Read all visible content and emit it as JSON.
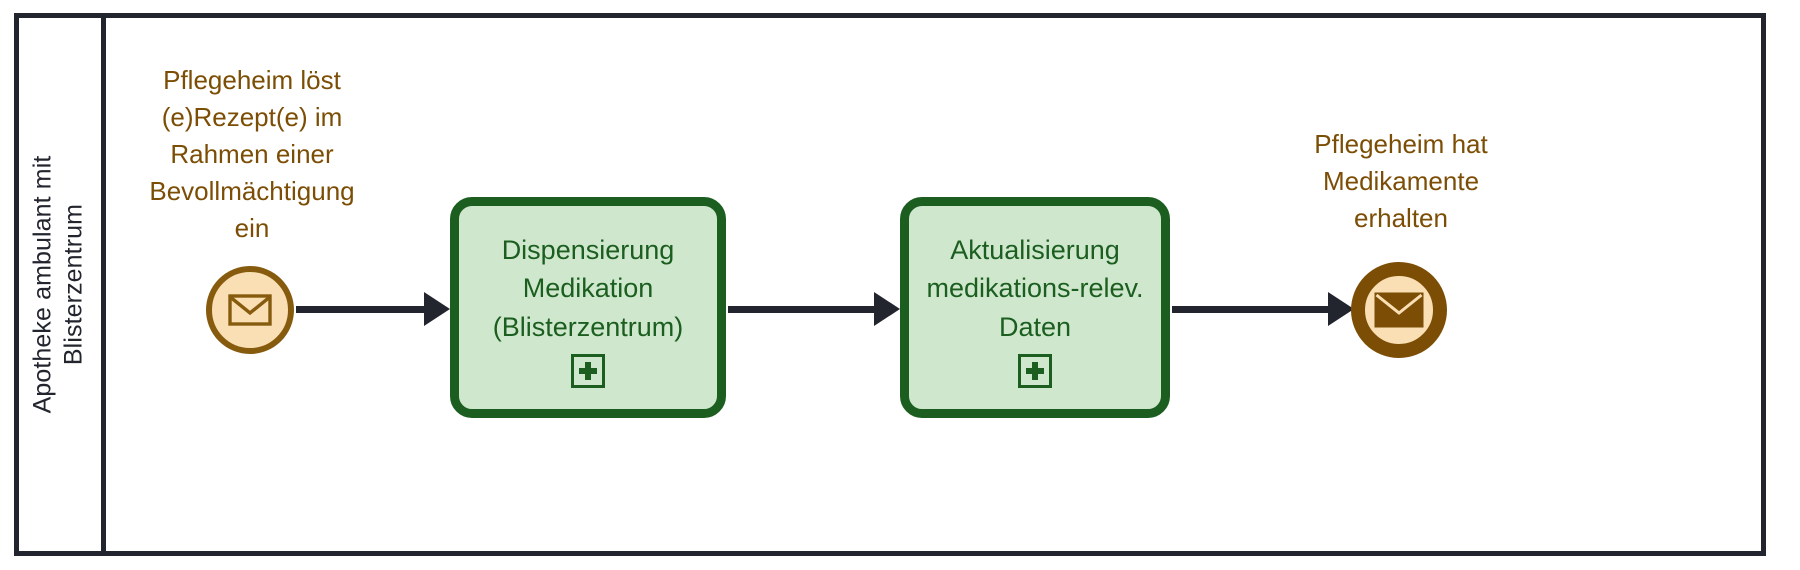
{
  "diagram": {
    "type": "bpmn-process",
    "notation": "BPMN 2.0",
    "language": "de"
  },
  "pool": {
    "name": "Apotheke ambulant mit Blisterzentrum",
    "label_line_1": "Apotheke ambulant mit",
    "label_line_2": "Blisterzentrum",
    "border_color": "#23252e",
    "background": "#ffffff"
  },
  "events": [
    {
      "id": "start-event",
      "kind": "message-start-event",
      "icon": "envelope-icon",
      "label": "Pflegeheim löst (e)Rezept(e) im Rahmen einer Bevollmächtigung ein",
      "fill": "#fadfb4",
      "stroke": "#865b0d",
      "text_color": "#7c4e05"
    },
    {
      "id": "end-event",
      "kind": "message-end-event",
      "icon": "envelope-filled-icon",
      "label": "Pflegeheim hat Medikamente erhalten",
      "fill": "#fadfb4",
      "stroke": "#7c4e05",
      "text_color": "#7c4e05"
    }
  ],
  "tasks": [
    {
      "id": "task-dispensierung",
      "kind": "collapsed-subprocess",
      "label": "Dispensierung Medikation (Blisterzentrum)",
      "marker": "subprocess-plus-marker",
      "fill": "#cfe8cd",
      "stroke": "#1b5e20",
      "text_color": "#1b5e20"
    },
    {
      "id": "task-aktualisierung",
      "kind": "collapsed-subprocess",
      "label": "Aktualisierung medikations-relev. Daten",
      "marker": "subprocess-plus-marker",
      "fill": "#cfe8cd",
      "stroke": "#1b5e20",
      "text_color": "#1b5e20"
    }
  ],
  "flows": [
    {
      "id": "flow-1",
      "from": "start-event",
      "to": "task-dispensierung",
      "label": ""
    },
    {
      "id": "flow-2",
      "from": "task-dispensierung",
      "to": "task-aktualisierung",
      "label": ""
    },
    {
      "id": "flow-3",
      "from": "task-aktualisierung",
      "to": "end-event",
      "label": ""
    }
  ],
  "colors": {
    "flow_line": "#23252e",
    "event_accent": "#7c4e05",
    "task_accent": "#1b5e20",
    "task_fill": "#cfe8cd",
    "event_fill": "#fadfb4"
  }
}
